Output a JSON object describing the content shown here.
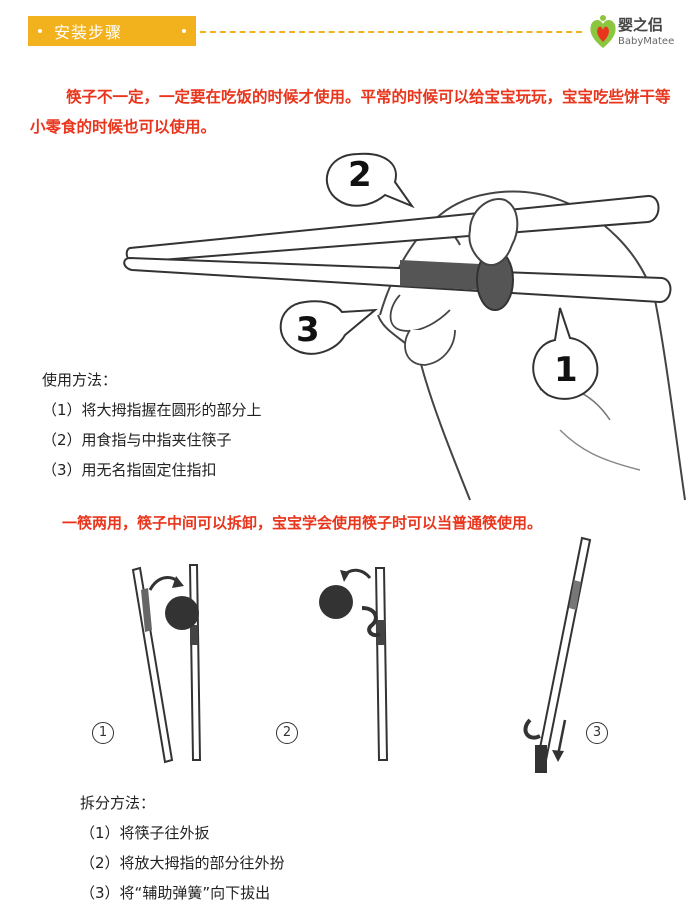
{
  "header": {
    "title": "安装步骤"
  },
  "brand": {
    "name_cn": "婴之侣",
    "name_en": "BabyMatee"
  },
  "intro_text": "筷子不一定，一定要在吃饭的时候才使用。平常的时候可以给宝宝玩玩，宝宝吃些饼干等小零食的时候也可以使用。",
  "main_figure": {
    "labels": [
      "2",
      "3",
      "1"
    ]
  },
  "usage": {
    "title": "使用方法：",
    "steps": [
      "（1）将大拇指握在圆形的部分上",
      "（2）用食指与中指夹住筷子",
      "（3）用无名指固定住指扣"
    ]
  },
  "note_text": "一筷两用，筷子中间可以拆卸，宝宝学会使用筷子时可以当普通筷使用。",
  "detach_figures": {
    "labels": [
      "1",
      "2",
      "3"
    ]
  },
  "detach": {
    "title": "拆分方法：",
    "steps": [
      "（1）将筷子往外扳",
      "（2）将放大拇指的部分往外扮",
      "（3）将“辅助弹簧”向下拔出"
    ]
  },
  "colors": {
    "accent": "#f2b21e",
    "red_text": "#e8351c",
    "logo_green": "#8cc63f",
    "logo_red": "#e8351c"
  }
}
